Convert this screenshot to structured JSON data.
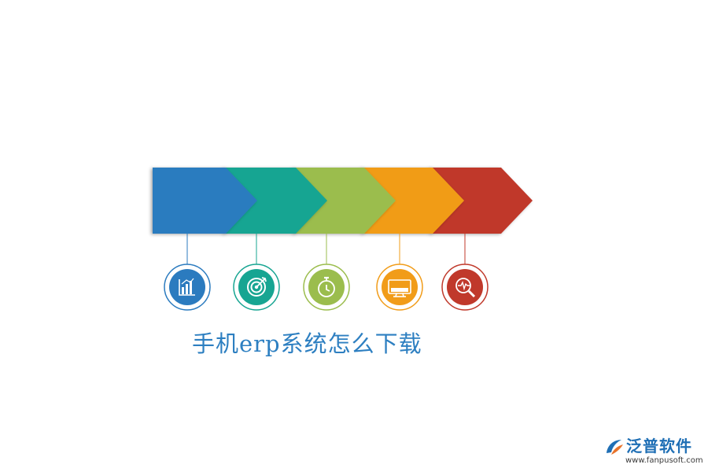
{
  "title": "手机erp系统怎么下载",
  "steps": [
    {
      "color": "#2b7bbf",
      "icon": "bar-chart-icon"
    },
    {
      "color": "#17a592",
      "icon": "target-icon"
    },
    {
      "color": "#9bbd4d",
      "icon": "stopwatch-icon"
    },
    {
      "color": "#f19c19",
      "icon": "monitor-icon"
    },
    {
      "color": "#c0392b",
      "icon": "magnifier-pulse-icon"
    }
  ],
  "logo": {
    "name": "泛普软件",
    "url": "www.fanpusoft.com",
    "mark_colors": [
      "#1f6fb5",
      "#e8732b"
    ]
  }
}
